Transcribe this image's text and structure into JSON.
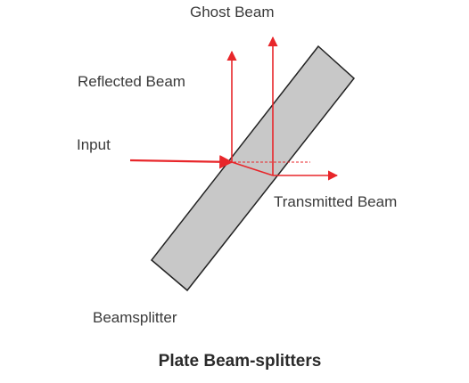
{
  "labels": {
    "ghost_beam": "Ghost Beam",
    "reflected_beam": "Reflected Beam",
    "input": "Input",
    "transmitted_beam": "Transmitted Beam",
    "beamsplitter": "Beamsplitter"
  },
  "caption": "Plate Beam-splitters",
  "colors": {
    "beam": "#e8262a",
    "plate_fill": "#c8c8c8",
    "plate_stroke": "#222222",
    "text": "#3a3a3a"
  }
}
